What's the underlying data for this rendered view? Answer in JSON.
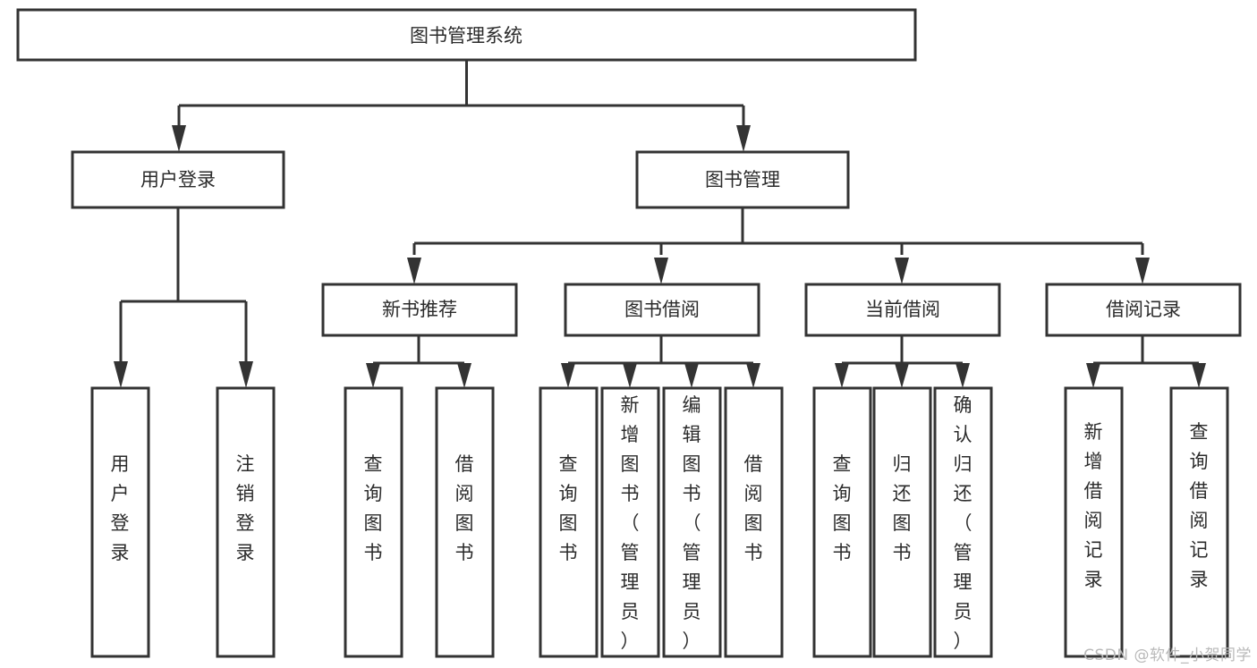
{
  "chart_data": {
    "type": "diagram",
    "diagram_kind": "function-structure-tree",
    "title": "图书管理系统",
    "orientation": "top-down",
    "watermark": "CSDN @软件_小贺同学",
    "colors": {
      "stroke": "#333333",
      "fill": "#ffffff",
      "text": "#2b2b2b",
      "watermark": "#b9b9b9",
      "background": "#ffffff"
    },
    "levels": [
      {
        "level": 1,
        "labels": [
          "图书管理系统"
        ]
      },
      {
        "level": 2,
        "labels": [
          "用户登录",
          "图书管理"
        ]
      },
      {
        "level": 3,
        "labels": [
          "新书推荐",
          "图书借阅",
          "当前借阅",
          "借阅记录"
        ]
      },
      {
        "level": 4,
        "labels": [
          "用户登录",
          "注销登录",
          "查询图书",
          "借阅图书",
          "查询图书",
          "新增图书（管理员）",
          "编辑图书（管理员）",
          "借阅图书",
          "查询图书",
          "归还图书",
          "确认归还（管理员）",
          "新增借阅记录",
          "查询借阅记录"
        ]
      }
    ],
    "edges": [
      {
        "from": "图书管理系统",
        "to": "用户登录"
      },
      {
        "from": "图书管理系统",
        "to": "图书管理"
      },
      {
        "from": "用户登录",
        "to": "用户登录"
      },
      {
        "from": "用户登录",
        "to": "注销登录"
      },
      {
        "from": "图书管理",
        "to": "新书推荐"
      },
      {
        "from": "图书管理",
        "to": "图书借阅"
      },
      {
        "from": "图书管理",
        "to": "当前借阅"
      },
      {
        "from": "图书管理",
        "to": "借阅记录"
      },
      {
        "from": "新书推荐",
        "to": "查询图书"
      },
      {
        "from": "新书推荐",
        "to": "借阅图书"
      },
      {
        "from": "图书借阅",
        "to": "查询图书"
      },
      {
        "from": "图书借阅",
        "to": "新增图书（管理员）"
      },
      {
        "from": "图书借阅",
        "to": "编辑图书（管理员）"
      },
      {
        "from": "图书借阅",
        "to": "借阅图书"
      },
      {
        "from": "当前借阅",
        "to": "查询图书"
      },
      {
        "from": "当前借阅",
        "to": "归还图书"
      },
      {
        "from": "当前借阅",
        "to": "确认归还（管理员）"
      },
      {
        "from": "借阅记录",
        "to": "新增借阅记录"
      },
      {
        "from": "借阅记录",
        "to": "查询借阅记录"
      }
    ]
  },
  "root": {
    "label": "图书管理系统"
  },
  "level2": {
    "user_login": {
      "label": "用户登录"
    },
    "book_manage": {
      "label": "图书管理"
    }
  },
  "level3": {
    "new_book_rec": {
      "label": "新书推荐"
    },
    "book_borrow": {
      "label": "图书借阅"
    },
    "current_borrow": {
      "label": "当前借阅"
    },
    "borrow_record": {
      "label": "借阅记录"
    }
  },
  "leaves": {
    "user_login_1": {
      "lines": [
        "用",
        "户",
        "登",
        "录"
      ]
    },
    "user_logout": {
      "lines": [
        "注",
        "销",
        "登",
        "录"
      ]
    },
    "rec_query_book": {
      "lines": [
        "查",
        "询",
        "图",
        "书"
      ]
    },
    "rec_borrow_book": {
      "lines": [
        "借",
        "阅",
        "图",
        "书"
      ]
    },
    "borrow_query_book": {
      "lines": [
        "查",
        "询",
        "图",
        "书"
      ]
    },
    "borrow_add_book": {
      "lines": [
        "新",
        "增",
        "图",
        "书",
        "（",
        "管",
        "理",
        "员",
        "）"
      ]
    },
    "borrow_edit_book": {
      "lines": [
        "编",
        "辑",
        "图",
        "书",
        "（",
        "管",
        "理",
        "员",
        "）"
      ]
    },
    "borrow_borrow_book": {
      "lines": [
        "借",
        "阅",
        "图",
        "书"
      ]
    },
    "cur_query_book": {
      "lines": [
        "查",
        "询",
        "图",
        "书"
      ]
    },
    "cur_return_book": {
      "lines": [
        "归",
        "还",
        "图",
        "书"
      ]
    },
    "cur_confirm_return": {
      "lines": [
        "确",
        "认",
        "归",
        "还",
        "（",
        "管",
        "理",
        "员",
        "）"
      ]
    },
    "rec_add_record": {
      "lines": [
        "新",
        "增",
        "借",
        "阅",
        "记",
        "录"
      ]
    },
    "rec_query_record": {
      "lines": [
        "查",
        "询",
        "借",
        "阅",
        "记",
        "录"
      ]
    }
  },
  "watermark": {
    "text": "CSDN @软件_小贺同学"
  }
}
